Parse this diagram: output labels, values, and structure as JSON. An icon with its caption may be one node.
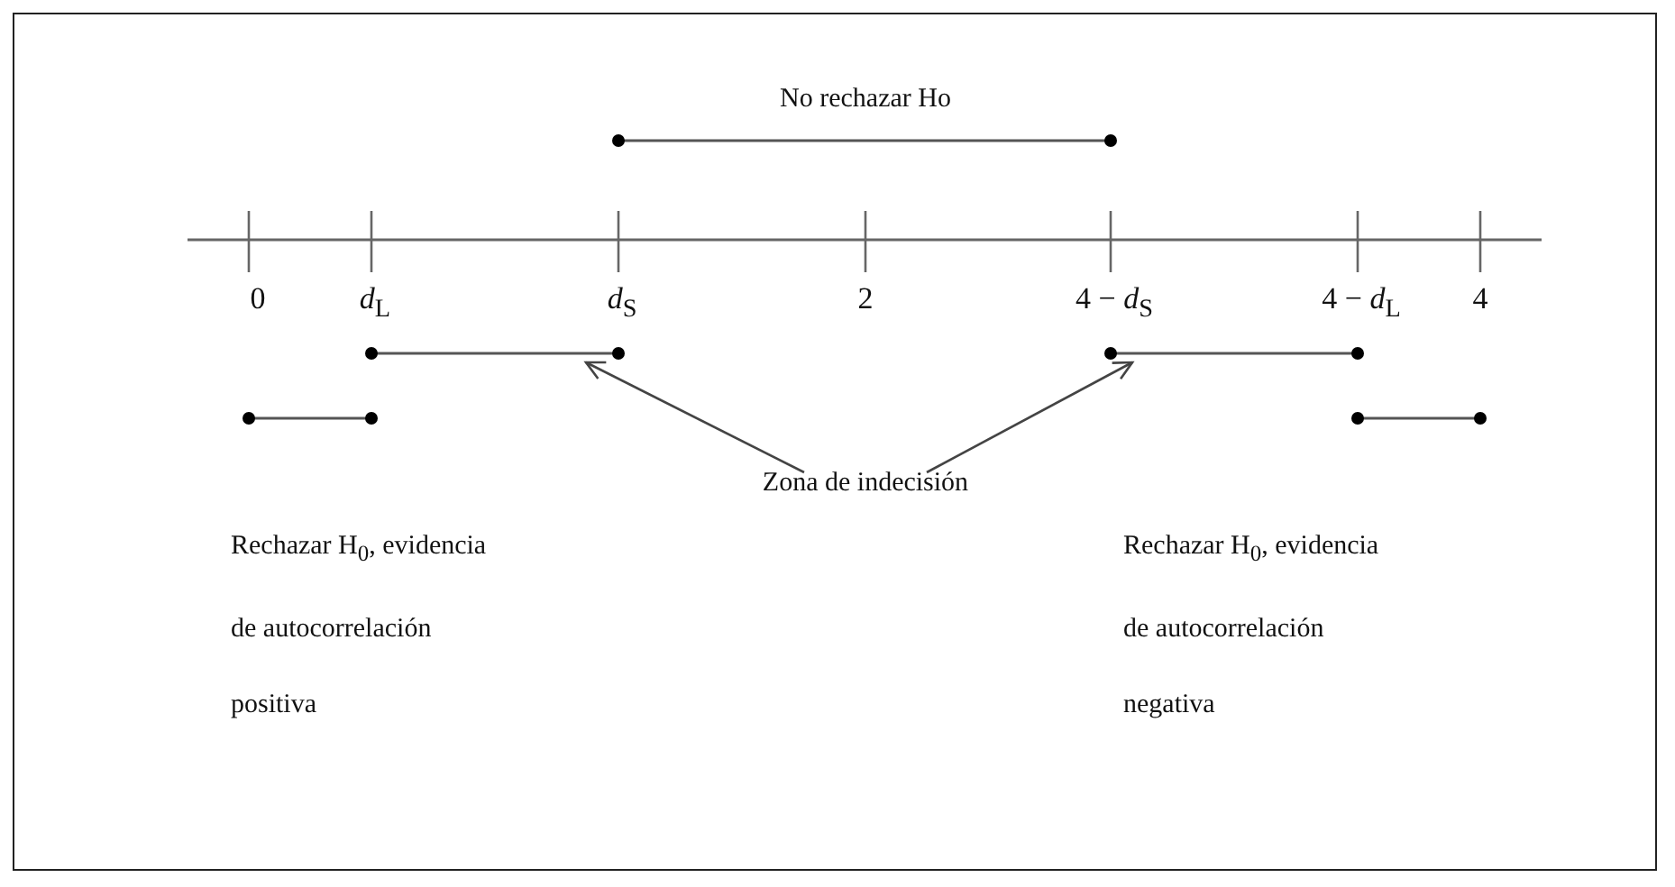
{
  "diagram": {
    "nodes": [
      {
        "text": [
          "Zona de indecisión"
        ]
      },
      {
        "text": [],
        "shape": "bar"
      },
      {
        "text": [],
        "shape": "bar"
      }
    ],
    "edges": [
      {
        "from": 0,
        "to": 1,
        "arrow": "to"
      },
      {
        "from": 0,
        "to": 2,
        "arrow": "to"
      }
    ],
    "labels": [
      "No rechazar Ho",
      "0",
      "*d*$_{L}$",
      "*d*$_{S}$",
      "2",
      "4 − *d*$_{S}$",
      "4 − *d*$_{L}$",
      "4",
      "Rechazar H$_{0}$, evidencia de autocorrelación positiva",
      "Rechazar H$_{0}$, evidencia de autocorrelación negativa"
    ]
  }
}
